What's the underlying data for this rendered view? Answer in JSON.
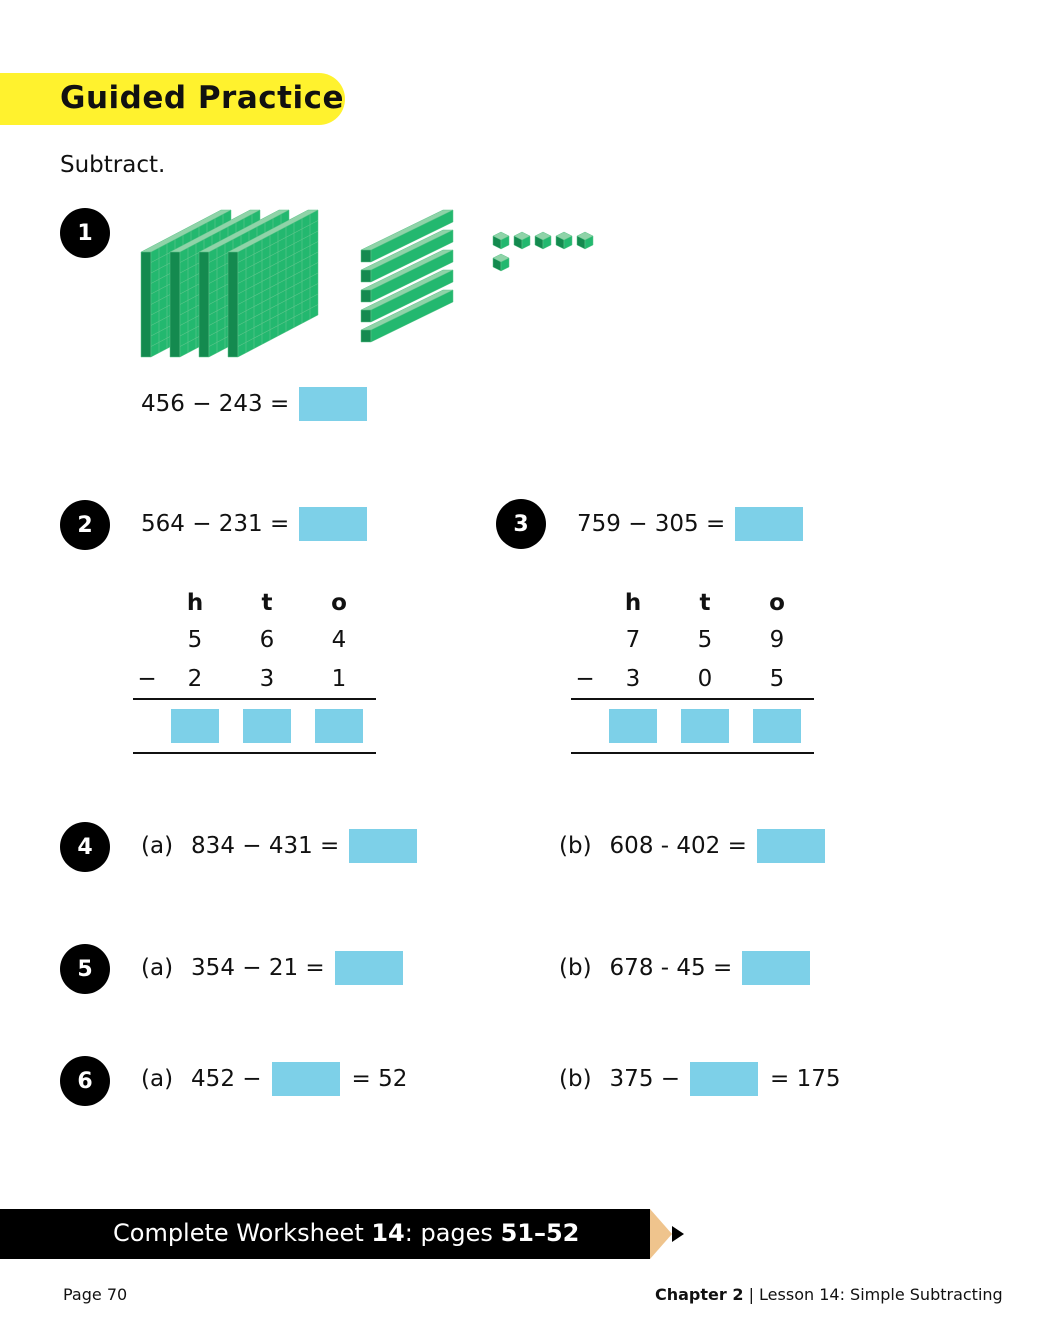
{
  "heading": "Guided Practice",
  "instruction": "Subtract.",
  "colors": {
    "banner": "#fff22e",
    "answer_box": "#7dd0e8",
    "block_green": "#23b86f"
  },
  "q1": {
    "number": "1",
    "equation": "456 − 243 =",
    "blocks": {
      "hundreds": 4,
      "tens": 5,
      "ones": 6
    }
  },
  "q2": {
    "number": "2",
    "equation": "564 − 231 =",
    "headers": [
      "h",
      "t",
      "o"
    ],
    "top": [
      "5",
      "6",
      "4"
    ],
    "minus": "−",
    "bottom": [
      "2",
      "3",
      "1"
    ]
  },
  "q3": {
    "number": "3",
    "equation": "759 − 305 =",
    "headers": [
      "h",
      "t",
      "o"
    ],
    "top": [
      "7",
      "5",
      "9"
    ],
    "minus": "−",
    "bottom": [
      "3",
      "0",
      "5"
    ]
  },
  "q4": {
    "number": "4",
    "a_label": "(a)",
    "a_eq": "834 − 431 =",
    "b_label": "(b)",
    "b_eq": "608 - 402 ="
  },
  "q5": {
    "number": "5",
    "a_label": "(a)",
    "a_eq": "354 − 21 =",
    "b_label": "(b)",
    "b_eq": "678 - 45 ="
  },
  "q6": {
    "number": "6",
    "a_label": "(a)",
    "a_pre": "452 −",
    "a_post": "= 52",
    "b_label": "(b)",
    "b_pre": "375 −",
    "b_post": "= 175"
  },
  "footer": {
    "pre": "Complete Worksheet ",
    "ws": "14",
    "mid": ": pages ",
    "pages": "51–52"
  },
  "page": "Page 70",
  "chapter": "Chapter 2",
  "lesson": "Lesson 14: Simple Subtracting"
}
